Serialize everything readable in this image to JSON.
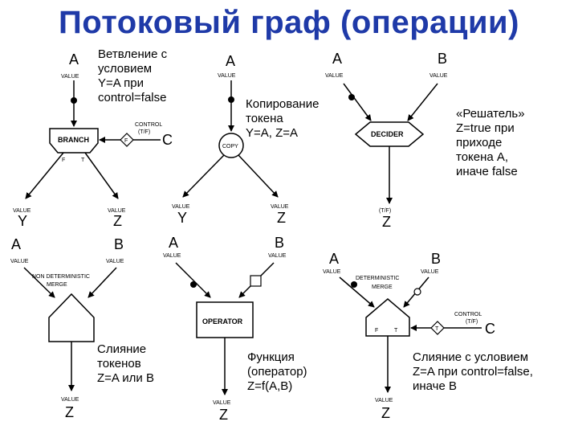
{
  "title": "Потоковый граф (операции)",
  "labels": {
    "a": "A",
    "b": "B",
    "c": "C",
    "y": "Y",
    "z": "Z",
    "value": "VALUE",
    "control": "CONTROL",
    "tf": "(T/F)",
    "t": "T",
    "f": "F",
    "tf_out": "(T/F)"
  },
  "nodes": {
    "branch": "BRANCH",
    "copy": "COPY",
    "decider": "DECIDER",
    "merge_line1": "NON DETERMINISTIC",
    "merge_line2": "MERGE",
    "operator": "OPERATOR",
    "det_merge_line1": "DETERMINISTIC",
    "det_merge_line2": "MERGE"
  },
  "descriptions": {
    "branch": "Ветвление с\nусловием\nY=A при\ncontrol=false",
    "copy": "Копирование\nтокена\nY=A, Z=A",
    "decider": "«Решатель»\nZ=true при\nприходе\nтокена A,\nиначе false",
    "merge": "Слияние\nтокенов\nZ=A или B",
    "operator": "Функция\n(оператор)\nZ=f(A,B)",
    "det_merge": "Слияние с условием\nZ=A при control=false,\nиначе B"
  },
  "colors": {
    "title": "#1f3aa8",
    "ink": "#000000"
  }
}
